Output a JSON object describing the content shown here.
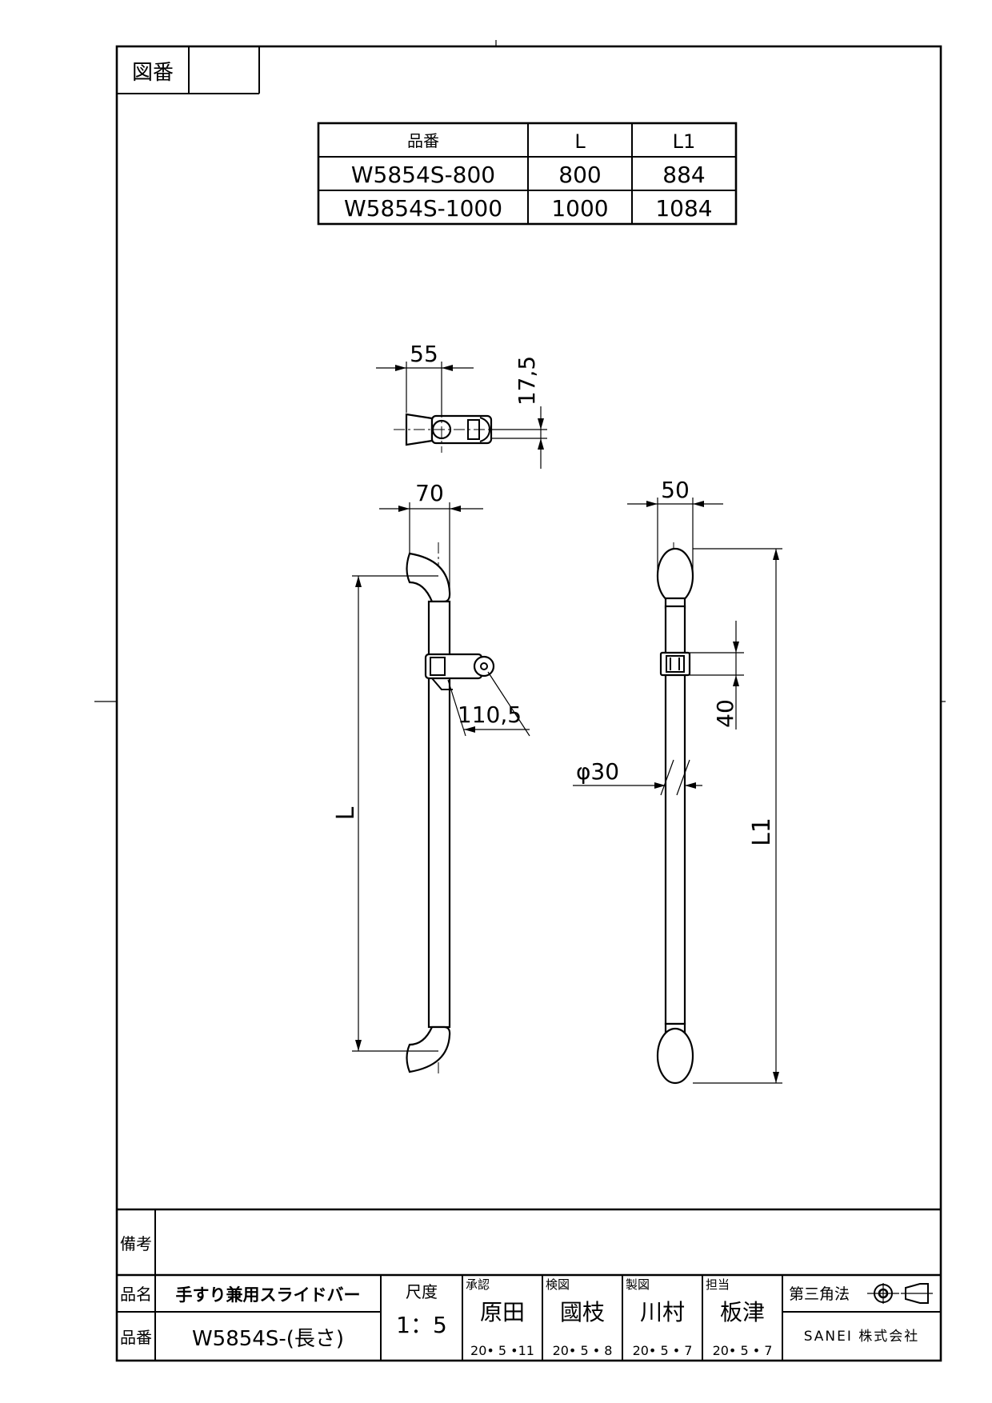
{
  "drawing_number_label": "図番",
  "drawing_number_value": "",
  "spec_table": {
    "headers": [
      "品番",
      "L",
      "L1"
    ],
    "rows": [
      [
        "W5854S-800",
        "800",
        "884"
      ],
      [
        "W5854S-1000",
        "1000",
        "1084"
      ]
    ]
  },
  "dimensions": {
    "clamp_width": "55",
    "clamp_height": "17,5",
    "end_width": "70",
    "reach": "110,5",
    "side_width": "50",
    "holder_height": "40",
    "diameter": "φ30",
    "length_L": "L",
    "length_L1": "L1"
  },
  "title_block": {
    "remarks_label": "備考",
    "remarks_value": "",
    "name_label": "品名",
    "name_value": "手すり兼用スライドバー",
    "number_label": "品番",
    "number_value": "W5854S-(長さ)",
    "scale_label": "尺度",
    "scale_value": "1：5",
    "approvals": [
      {
        "role": "承認",
        "name": "原田",
        "date": "20• 5 •11"
      },
      {
        "role": "検図",
        "name": "國枝",
        "date": "20• 5 • 8"
      },
      {
        "role": "製図",
        "name": "川村",
        "date": "20• 5 • 7"
      },
      {
        "role": "担当",
        "name": "板津",
        "date": "20• 5 • 7"
      }
    ],
    "projection_label": "第三角法",
    "company": "SANEI 株式会社"
  }
}
